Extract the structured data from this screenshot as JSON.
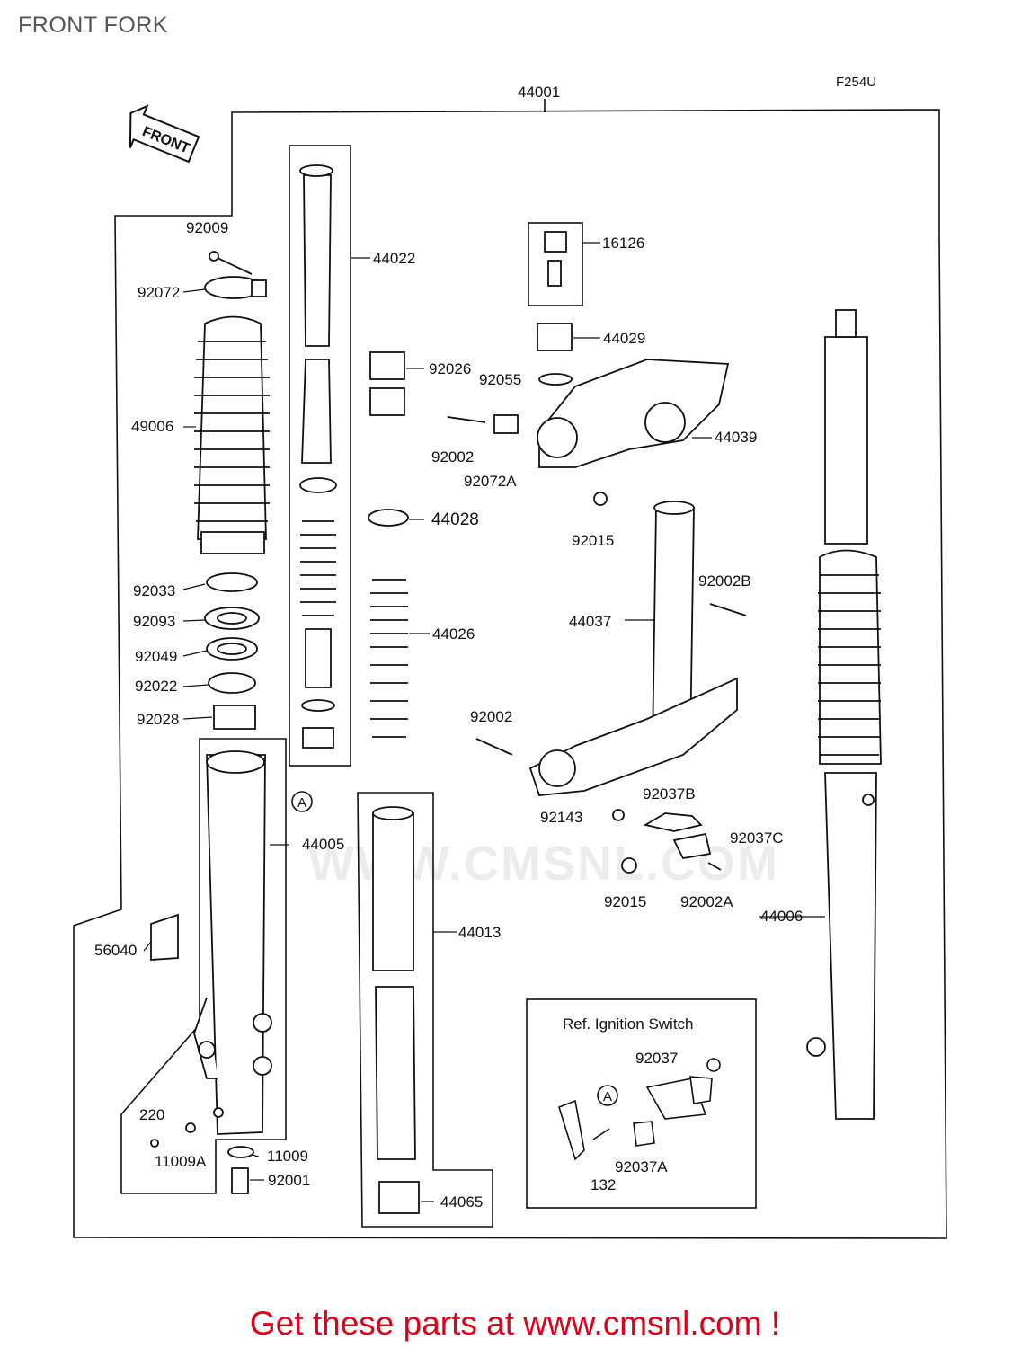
{
  "title": "FRONT FORK",
  "drawing_code": "F254U",
  "front_arrow_label": "FRONT",
  "watermark": "WWW.CMSNL.COM",
  "reference_box_title": "Ref. Ignition Switch",
  "callout_marker": "A",
  "footer_text": "Get these parts at www.cmsnl.com !",
  "part_labels": {
    "p44001": "44001",
    "p92009": "92009",
    "p92072": "92072",
    "p49006": "49006",
    "p92033": "92033",
    "p92093": "92093",
    "p92049": "92049",
    "p92022": "92022",
    "p92028": "92028",
    "p44005": "44005",
    "p56040": "56040",
    "p220": "220",
    "p11009A": "11009A",
    "p11009": "11009",
    "p92001": "92001",
    "p44022": "44022",
    "p92026": "92026",
    "p44028": "44028",
    "p44026": "44026",
    "p44013": "44013",
    "p44065": "44065",
    "p16126": "16126",
    "p44029": "44029",
    "p92055": "92055",
    "p44039": "44039",
    "p92002_top": "92002",
    "p92072A": "92072A",
    "p92015_top": "92015",
    "p92002B": "92002B",
    "p44037": "44037",
    "p92002_mid": "92002",
    "p92143": "92143",
    "p92037B": "92037B",
    "p92037C": "92037C",
    "p92015_bot": "92015",
    "p92002A": "92002A",
    "p44006": "44006",
    "p92037": "92037",
    "p92037A": "92037A",
    "p132": "132"
  }
}
